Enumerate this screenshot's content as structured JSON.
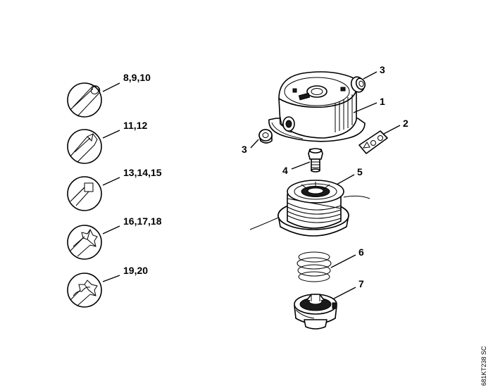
{
  "diagram": {
    "line_profiles": [
      {
        "id": "round",
        "icon": "round-line-icon",
        "label": "8,9,10"
      },
      {
        "id": "notched",
        "icon": "notched-line-icon",
        "label": "11,12"
      },
      {
        "id": "square",
        "icon": "square-line-icon",
        "label": "13,14,15"
      },
      {
        "id": "star",
        "icon": "star-line-icon",
        "label": "16,17,18"
      },
      {
        "id": "twisted",
        "icon": "twisted-line-icon",
        "label": "19,20"
      }
    ],
    "callouts": {
      "cover": "1",
      "warning_label": "2",
      "plug_top": "3",
      "plug_left": "3",
      "threaded_insert": "4",
      "spool": "5",
      "spring": "6",
      "spool_housing": "7"
    },
    "reference_code": "681KT238 SC"
  }
}
